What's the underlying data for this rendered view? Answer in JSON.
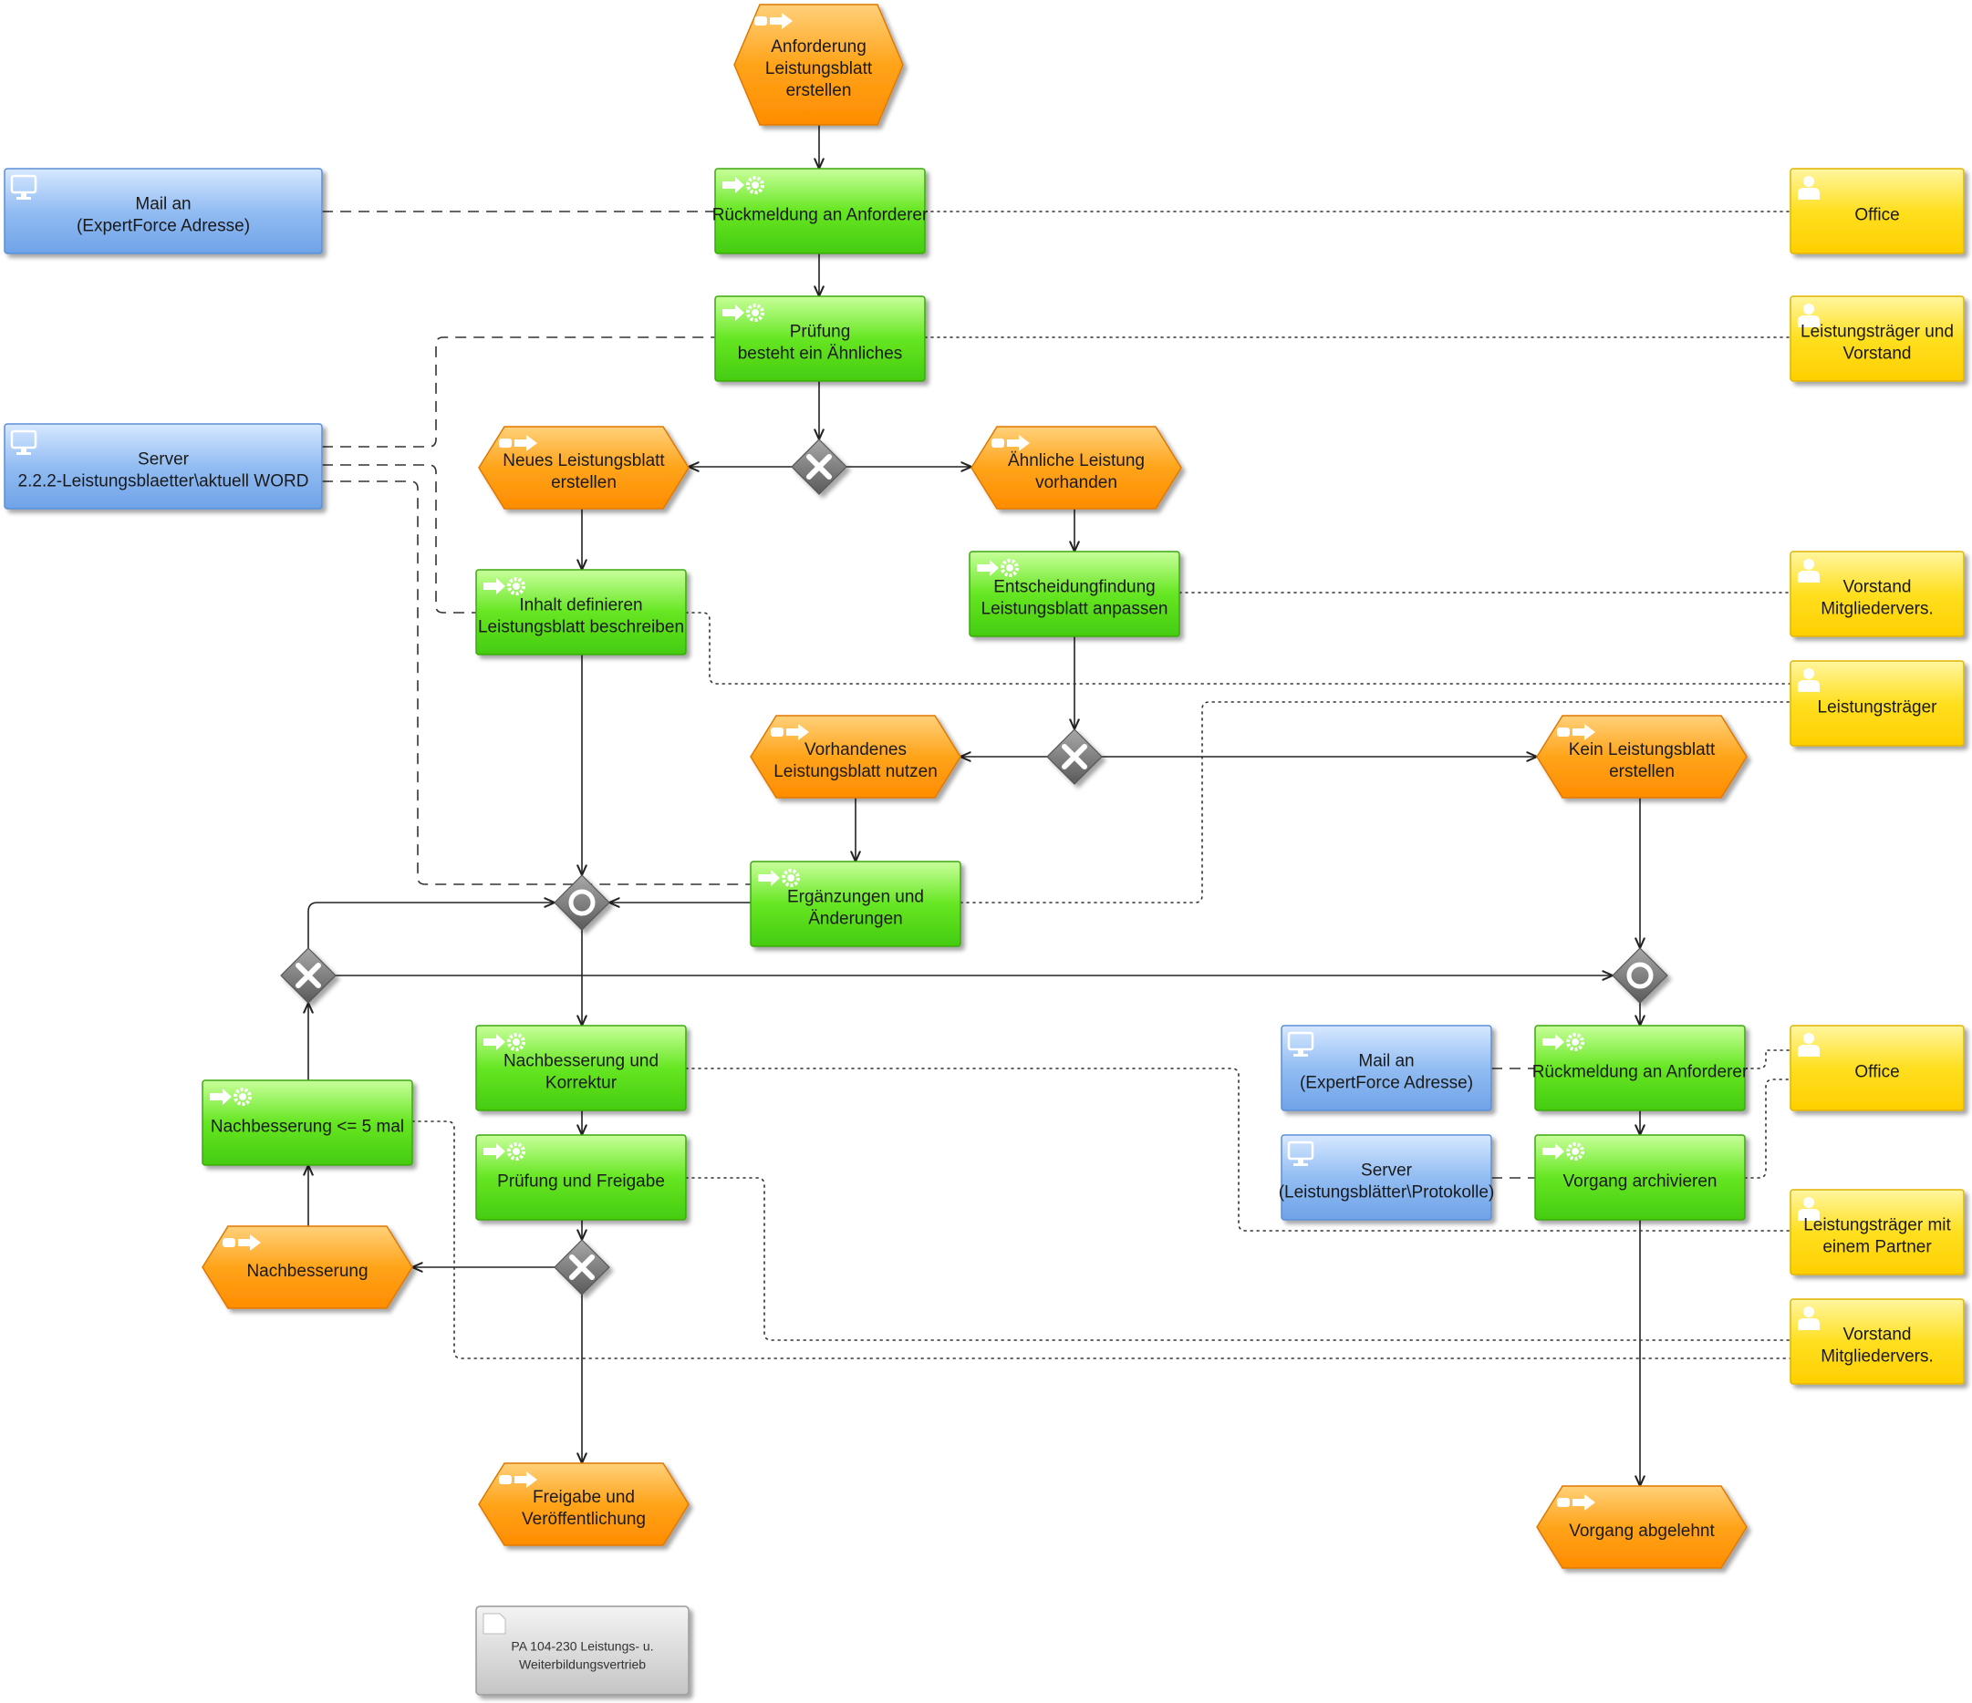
{
  "colors": {
    "event": "#ff9a00",
    "event_light": "#ffd07a",
    "function": "#5ee01c",
    "function_light": "#c8ff9a",
    "system": "#7fb0ee",
    "system_light": "#d6e8ff",
    "role": "#ffd500",
    "role_light": "#fff6a0",
    "connector": "#7a7a7a",
    "note": "#d2d2d2"
  },
  "nodes": {
    "e_start": {
      "type": "event",
      "icon": "event-arrow-icon",
      "lines": [
        "Anforderung",
        "Leistungsblatt",
        "erstellen"
      ]
    },
    "f_rueck1": {
      "type": "function",
      "icon": "function-gear-icon",
      "lines": [
        "Rückmeldung an Anforderer"
      ]
    },
    "f_pruef1": {
      "type": "function",
      "icon": "function-gear-icon",
      "lines": [
        "Prüfung",
        "besteht ein Ähnliches"
      ]
    },
    "e_neu": {
      "type": "event",
      "icon": "event-arrow-icon",
      "lines": [
        "Neues Leistungsblatt",
        "erstellen"
      ]
    },
    "e_aehnl": {
      "type": "event",
      "icon": "event-arrow-icon",
      "lines": [
        "Ähnliche Leistung",
        "vorhanden"
      ]
    },
    "f_inhalt": {
      "type": "function",
      "icon": "function-gear-icon",
      "lines": [
        "Inhalt definieren",
        "Leistungsblatt beschreiben"
      ]
    },
    "f_entsch": {
      "type": "function",
      "icon": "function-gear-icon",
      "lines": [
        "Entscheidungfindung",
        "Leistungsblatt anpassen"
      ]
    },
    "e_vorh": {
      "type": "event",
      "icon": "event-arrow-icon",
      "lines": [
        "Vorhandenes",
        "Leistungsblatt nutzen"
      ]
    },
    "e_kein": {
      "type": "event",
      "icon": "event-arrow-icon",
      "lines": [
        "Kein Leistungsblatt",
        "erstellen"
      ]
    },
    "f_ergaenz": {
      "type": "function",
      "icon": "function-gear-icon",
      "lines": [
        "Ergänzungen und",
        "Änderungen"
      ]
    },
    "f_nachb5": {
      "type": "function",
      "icon": "function-gear-icon",
      "lines": [
        "Nachbesserung <= 5 mal"
      ]
    },
    "f_nachbk": {
      "type": "function",
      "icon": "function-gear-icon",
      "lines": [
        "Nachbesserung und",
        "Korrektur"
      ]
    },
    "f_pruef2": {
      "type": "function",
      "icon": "function-gear-icon",
      "lines": [
        "Prüfung und Freigabe"
      ]
    },
    "e_nachb": {
      "type": "event",
      "icon": "event-arrow-icon",
      "lines": [
        "Nachbesserung"
      ]
    },
    "e_freig": {
      "type": "event",
      "icon": "event-arrow-icon",
      "lines": [
        "Freigabe und",
        "Veröffentlichung"
      ]
    },
    "f_rueck2": {
      "type": "function",
      "icon": "function-gear-icon",
      "lines": [
        "Rückmeldung an Anforderer"
      ]
    },
    "f_arch": {
      "type": "function",
      "icon": "function-gear-icon",
      "lines": [
        "Vorgang archivieren"
      ]
    },
    "e_abgel": {
      "type": "event",
      "icon": "event-arrow-icon",
      "lines": [
        "Vorgang abgelehnt"
      ]
    },
    "s_mail1": {
      "type": "system",
      "icon": "monitor-icon",
      "lines": [
        "Mail an",
        "(ExpertForce Adresse)"
      ]
    },
    "s_server1": {
      "type": "system",
      "icon": "monitor-icon",
      "lines": [
        "Server",
        "2.2.2-Leistungsblaetter\\aktuell WORD"
      ]
    },
    "s_mail2": {
      "type": "system",
      "icon": "monitor-icon",
      "lines": [
        "Mail an",
        "(ExpertForce Adresse)"
      ]
    },
    "s_server2": {
      "type": "system",
      "icon": "monitor-icon",
      "lines": [
        "Server",
        "(Leistungsblätter\\Protokolle)"
      ]
    },
    "r_office1": {
      "type": "role",
      "icon": "person-icon",
      "lines": [
        "Office"
      ]
    },
    "r_lt_vorst": {
      "type": "role",
      "icon": "person-icon",
      "lines": [
        "Leistungsträger und",
        "Vorstand"
      ]
    },
    "r_vorst1": {
      "type": "role",
      "icon": "person-icon",
      "lines": [
        "Vorstand",
        "Mitgliedervers."
      ]
    },
    "r_lt": {
      "type": "role",
      "icon": "person-icon",
      "lines": [
        "Leistungsträger"
      ]
    },
    "r_office2": {
      "type": "role",
      "icon": "person-icon",
      "lines": [
        "Office"
      ]
    },
    "r_lt_partner": {
      "type": "role",
      "icon": "person-icon",
      "lines": [
        "Leistungsträger mit",
        "einem Partner"
      ]
    },
    "r_vorst2": {
      "type": "role",
      "icon": "person-icon",
      "lines": [
        "Vorstand",
        "Mitgliedervers."
      ]
    },
    "n_doc": {
      "type": "note",
      "icon": "document-icon",
      "lines": [
        "PA 104-230 Leistungs- u.",
        "Weiterbildungsvertrieb"
      ]
    }
  },
  "connectors": {
    "x1": {
      "kind": "xor",
      "icon": "xor-connector-icon"
    },
    "x2": {
      "kind": "xor",
      "icon": "xor-connector-icon"
    },
    "x3": {
      "kind": "xor",
      "icon": "xor-connector-icon"
    },
    "x4": {
      "kind": "xor",
      "icon": "xor-connector-icon"
    },
    "o1": {
      "kind": "or",
      "icon": "or-connector-icon"
    },
    "o2": {
      "kind": "or",
      "icon": "or-connector-icon"
    }
  }
}
